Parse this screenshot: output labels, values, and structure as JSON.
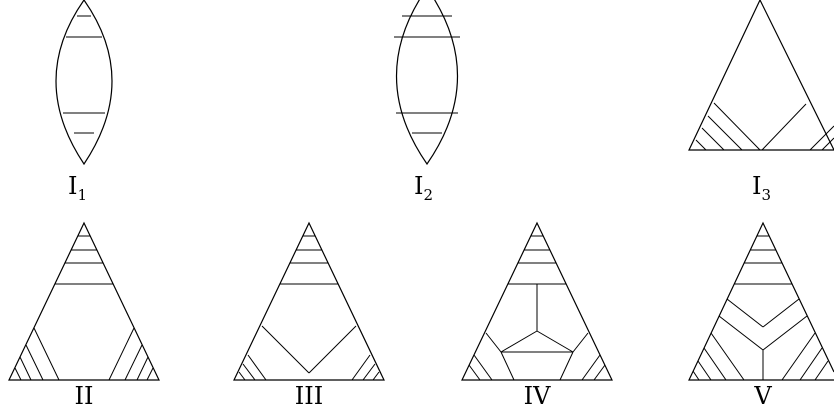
{
  "labels": {
    "i1": {
      "main": "I",
      "sub": "1"
    },
    "i2": {
      "main": "I",
      "sub": "2"
    },
    "i3": {
      "main": "I",
      "sub": "3"
    },
    "ii": "II",
    "iii": "III",
    "iv": "IV",
    "v": "V"
  }
}
